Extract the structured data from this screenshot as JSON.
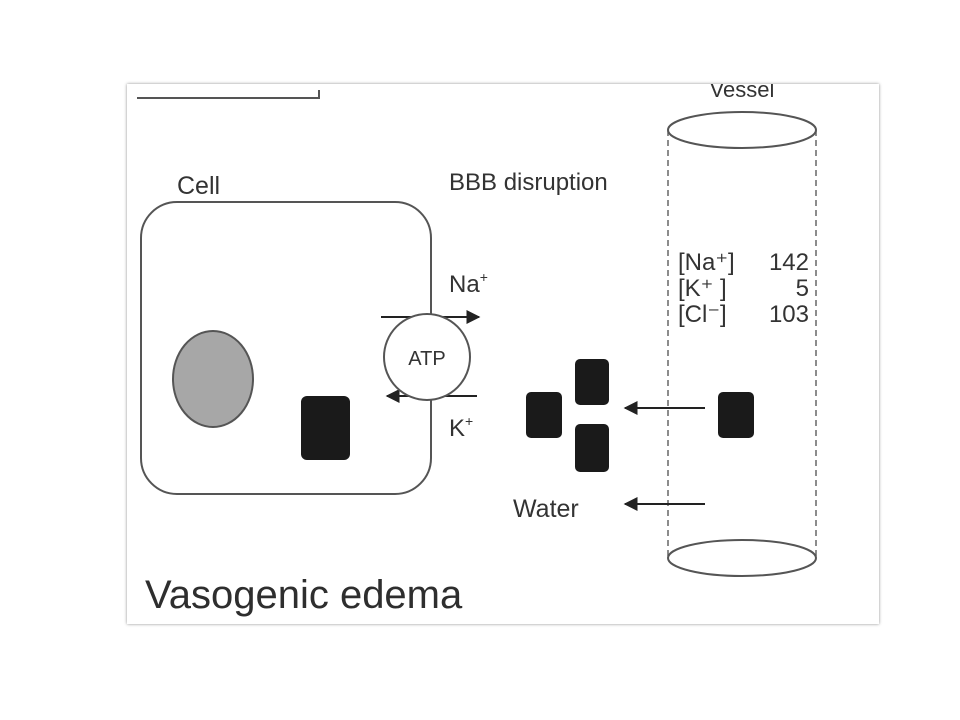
{
  "slide": {
    "background_color": "#ffffff"
  },
  "figure": {
    "title": "Vasogenic edema",
    "vessel_label": "Vessel",
    "cell_label": "Cell",
    "bbb_label": "BBB disruption",
    "pump": {
      "label": "ATP",
      "na_label": "Na",
      "na_charge": "+",
      "k_label": "K",
      "k_charge": "+"
    },
    "concentrations": [
      {
        "ion": "[Na⁺]",
        "value": "142"
      },
      {
        "ion": "[K⁺ ]",
        "value": "5"
      },
      {
        "ion": "[Cl⁻]",
        "value": "103"
      }
    ],
    "water_label": "Water",
    "colors": {
      "nucleus_fill": "#a7a7a7",
      "solute_fill": "#1a1a1a",
      "line": "#444444"
    }
  }
}
